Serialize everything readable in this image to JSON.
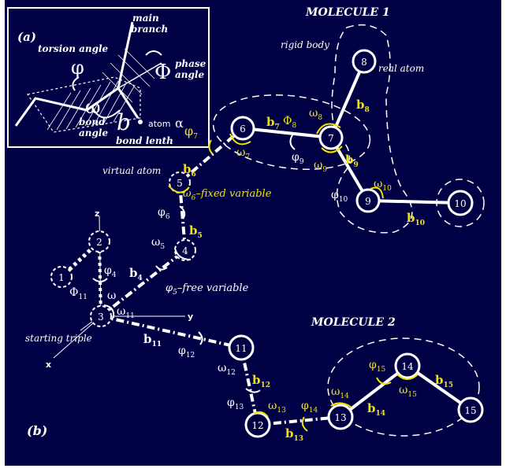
{
  "colors": {
    "background": "#000044",
    "line": "#ffffff",
    "highlight": "#f2e200"
  },
  "panel_a": {
    "label": "(a)",
    "main_branch_1": "main",
    "main_branch_2": "branch",
    "torsion": "torsion angle",
    "phi": "φ",
    "Phi": "Φ",
    "phase_1": "phase",
    "phase_2": "angle",
    "omega": "ω",
    "b": "b",
    "atom": "atom",
    "alpha": "α",
    "bond_angle_1": "bond",
    "bond_angle_2": "angle",
    "bond_length": "bond lenth"
  },
  "panel_b_label": "(b)",
  "molecule1": {
    "title": "MOLECULE  1",
    "rigid_body": "rigid body",
    "real_atom": "real atom"
  },
  "molecule2": {
    "title": "MOLECULE  2"
  },
  "labels": {
    "virtual_atom": "virtual atom",
    "fixed_variable": "–fixed variable",
    "free_variable": "–free variable",
    "starting_triple": "starting triple",
    "axis_x": "x",
    "axis_y": "y",
    "axis_z": "z"
  },
  "atoms": [
    "1",
    "2",
    "3",
    "4",
    "5",
    "6",
    "7",
    "8",
    "9",
    "10",
    "11",
    "12",
    "13",
    "14",
    "15"
  ],
  "symbols": {
    "phi": "φ",
    "Phi": "Φ",
    "omega": "ω",
    "b": "b"
  },
  "subs": {
    "n4": "4",
    "n5": "5",
    "n6": "6",
    "n7": "7",
    "n8": "8",
    "n9": "9",
    "n10": "10",
    "n11": "11",
    "n12": "12",
    "n13": "13",
    "n14": "14",
    "n15": "15"
  }
}
